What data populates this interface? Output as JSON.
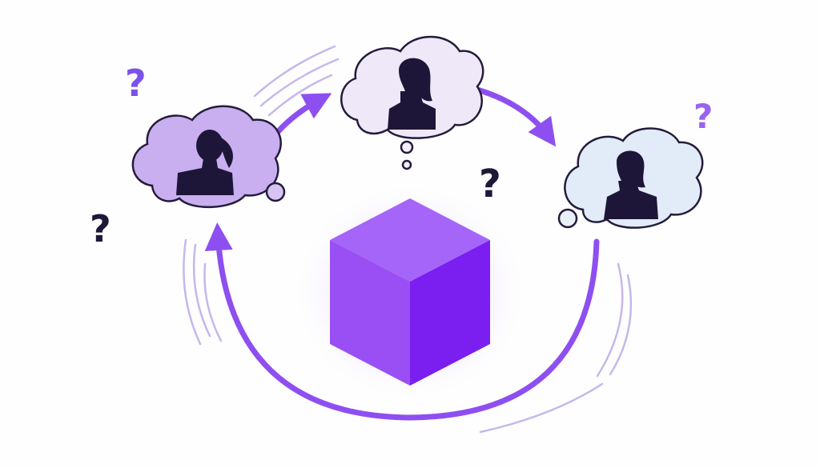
{
  "diagram": {
    "kind": "cycle",
    "center": {
      "icon": "cube-icon",
      "color": "#8a3cf0"
    },
    "nodes": [
      {
        "id": "left",
        "icon": "woman-silhouette-icon",
        "bubble_color": "#c9aef0"
      },
      {
        "id": "top",
        "icon": "woman-silhouette-icon",
        "bubble_color": "#efe8f8"
      },
      {
        "id": "right",
        "icon": "woman-silhouette-icon",
        "bubble_color": "#e2ecf8"
      }
    ],
    "arrow_color": "#8e4ff0",
    "question_marks": [
      {
        "text": "?",
        "color": "#7c52e8"
      },
      {
        "text": "?",
        "color": "#1c1838"
      },
      {
        "text": "?",
        "color": "#1c1838"
      },
      {
        "text": "?",
        "color": "#9a63f0"
      }
    ]
  }
}
